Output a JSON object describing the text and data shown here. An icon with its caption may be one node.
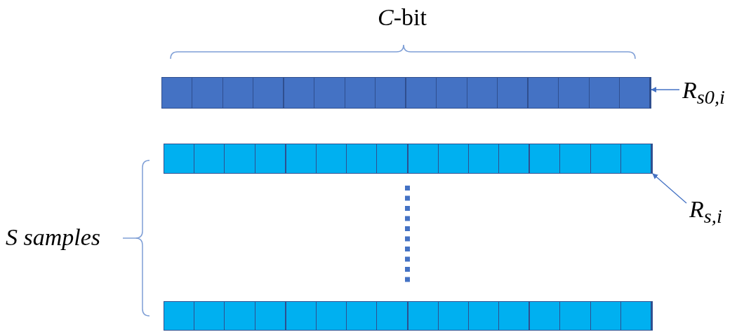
{
  "diagram": {
    "nodes": [
      {
        "text": [
          "R$_{s0,i}$"
        ]
      },
      {
        "text": [],
        "shape": "bar"
      },
      {
        "text": [
          "R$_{s,i}$"
        ]
      },
      {
        "text": [],
        "shape": "bar"
      },
      {
        "text": [],
        "shape": "bar"
      }
    ],
    "edges": [
      {
        "from": 0,
        "to": 1,
        "arrow": "to"
      },
      {
        "from": 2,
        "to": 3,
        "arrow": "to"
      }
    ],
    "labels": [
      "*C*-bit",
      "*S samples*"
    ]
  }
}
